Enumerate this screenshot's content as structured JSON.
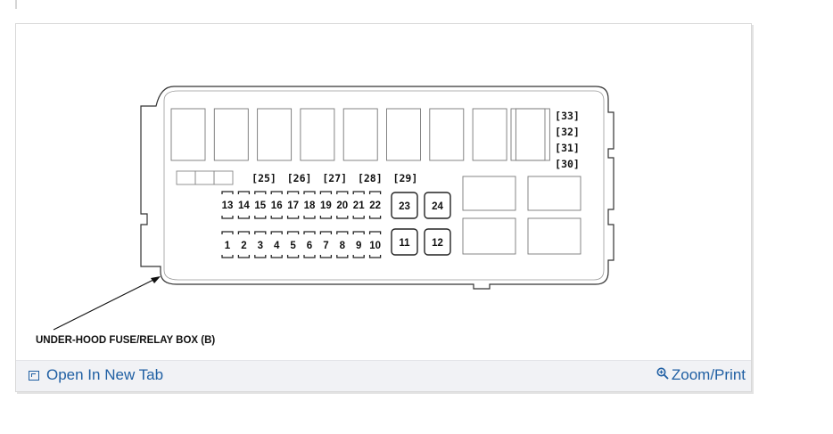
{
  "diagram": {
    "caption": "UNDER-HOOD FUSE/RELAY BOX (B)",
    "top_row_fuses": [
      "13",
      "14",
      "15",
      "16",
      "17",
      "18",
      "19",
      "20",
      "21",
      "22"
    ],
    "bottom_row_fuses": [
      "1",
      "2",
      "3",
      "4",
      "5",
      "6",
      "7",
      "8",
      "9",
      "10"
    ],
    "upper_relays": [
      "23",
      "24"
    ],
    "lower_relays": [
      "11",
      "12"
    ],
    "bracket_labels": [
      "[25]",
      "[26]",
      "[27]",
      "[28]",
      "[29]"
    ],
    "side_labels": [
      "[33]",
      "[32]",
      "[31]",
      "[30]"
    ]
  },
  "footer": {
    "open_label": "Open In New Tab",
    "zoom_label": "Zoom/Print",
    "link_color": "#1f5fa3"
  }
}
